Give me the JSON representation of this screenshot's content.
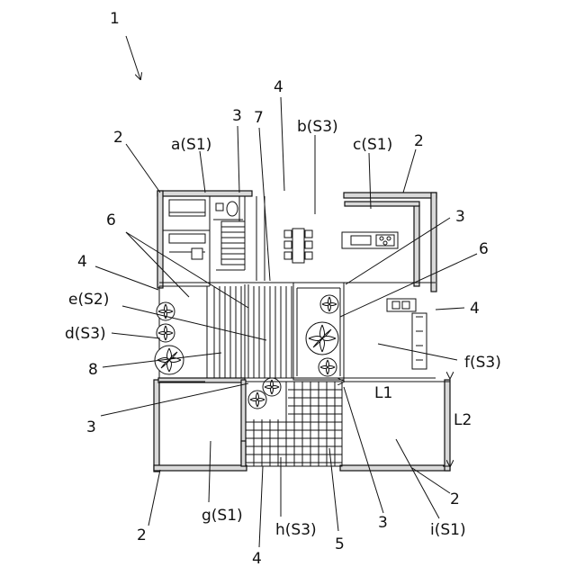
{
  "figure": {
    "ref_main": "1",
    "labels": {
      "wall_nw": "2",
      "wall_ne": "2",
      "wall_sw": "2",
      "wall_se": "2",
      "a": "a(S1)",
      "b": "b(S3)",
      "c": "c(S1)",
      "d": "d(S3)",
      "e": "e(S2)",
      "f": "f(S3)",
      "g": "g(S1)",
      "h": "h(S3)",
      "i": "i(S1)",
      "stair_top": "3",
      "stair_right": "3",
      "stair_left": "3",
      "stair_bottom": "3",
      "opening_top": "4",
      "opening_left": "4",
      "opening_right": "4",
      "opening_bottom": "4",
      "item5": "5",
      "plant_left": "6",
      "plant_right": "6",
      "item7": "7",
      "item8": "8",
      "L1": "L1",
      "L2": "L2"
    }
  }
}
